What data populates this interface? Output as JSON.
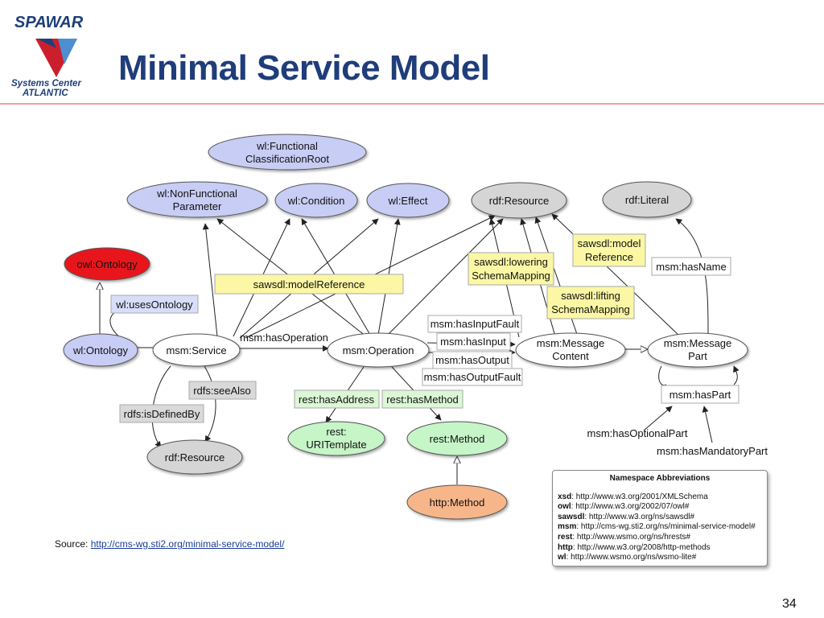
{
  "logo": {
    "text_top": "SPAWAR",
    "text_line1": "Systems Center",
    "text_line2": "ATLANTIC",
    "colors": {
      "navy": "#1d3f7a",
      "red": "#cc1f2d",
      "sky": "#4d8fd1"
    }
  },
  "title": "Minimal Service Model",
  "colors": {
    "blue_node": "#c8cdf5",
    "gray_node": "#d5d5d5",
    "red_node": "#e8141a",
    "green_node": "#c6f5c8",
    "orange_node": "#f7b68a",
    "yellow_label": "#fbf7a4",
    "green_label": "#dbf7d6",
    "gray_label": "#d9d9d9",
    "blue_label": "#d7defa",
    "accent_rule": "#e8a0a6"
  },
  "nodes": {
    "wl_functional": [
      "wl:Functional",
      "ClassificationRoot"
    ],
    "wl_nonfunctional": [
      "wl:NonFunctional",
      "Parameter"
    ],
    "wl_condition": [
      "wl:Condition"
    ],
    "wl_effect": [
      "wl:Effect"
    ],
    "rdf_resource_top": [
      "rdf:Resource"
    ],
    "rdf_literal": [
      "rdf:Literal"
    ],
    "owl_ontology": [
      "owl:Ontology"
    ],
    "wl_ontology": [
      "wl:Ontology"
    ],
    "msm_service": [
      "msm:Service"
    ],
    "msm_operation": [
      "msm:Operation"
    ],
    "msm_message_content": [
      "msm:Message",
      "Content"
    ],
    "msm_message_part": [
      "msm:Message",
      "Part"
    ],
    "rdf_resource_bottom": [
      "rdf:Resource"
    ],
    "rest_uritemplate": [
      "rest:",
      "URITemplate"
    ],
    "rest_method": [
      "rest:Method"
    ],
    "http_method": [
      "http:Method"
    ]
  },
  "labels": {
    "sawsdl_model_reference": [
      "sawsdl:modelReference"
    ],
    "sawsdl_model_reference_2": [
      "sawsdl:model",
      "Reference"
    ],
    "sawsdl_lowering": [
      "sawsdl:lowering",
      "SchemaMapping"
    ],
    "sawsdl_lifting": [
      "sawsdl:lifting",
      "SchemaMapping"
    ],
    "msm_has_name": [
      "msm:hasName"
    ],
    "wl_uses_ontology": [
      "wl:usesOntology"
    ],
    "msm_has_operation": [
      "msm:hasOperation"
    ],
    "msm_has_input_fault": [
      "msm:hasInputFault"
    ],
    "msm_has_input": [
      "msm:hasInput"
    ],
    "msm_has_output": [
      "msm:hasOutput"
    ],
    "msm_has_output_fault": [
      "msm:hasOutputFault"
    ],
    "rdfs_see_also": [
      "rdfs:seeAlso"
    ],
    "rdfs_is_defined_by": [
      "rdfs:isDefinedBy"
    ],
    "rest_has_address": [
      "rest:hasAddress"
    ],
    "rest_has_method": [
      "rest:hasMethod"
    ],
    "msm_has_part": [
      "msm:hasPart"
    ],
    "msm_has_optional_part": [
      "msm:hasOptionalPart"
    ],
    "msm_has_mandatory_part": [
      "msm:hasMandatoryPart"
    ]
  },
  "namespaces": {
    "title": "Namespace Abbreviations",
    "entries": [
      {
        "prefix": "xsd",
        "uri": "http://www.w3.org/2001/XMLSchema"
      },
      {
        "prefix": "owl",
        "uri": "http://www.w3.org/2002/07/owl#"
      },
      {
        "prefix": "sawsdl",
        "uri": "http://www.w3.org/ns/sawsdl#"
      },
      {
        "prefix": "msm",
        "uri": "http://cms-wg.sti2.org/ns/minimal-service-model#"
      },
      {
        "prefix": "rest",
        "uri": "http://www.wsmo.org/ns/hrests#"
      },
      {
        "prefix": "http",
        "uri": "http://www.w3.org/2008/http-methods"
      },
      {
        "prefix": "wl",
        "uri": "http://www.wsmo.org/ns/wsmo-lite#"
      }
    ]
  },
  "source": {
    "label": "Source: ",
    "link_text": "http://cms-wg.sti2.org/minimal-service-model/"
  },
  "page_number": "34"
}
